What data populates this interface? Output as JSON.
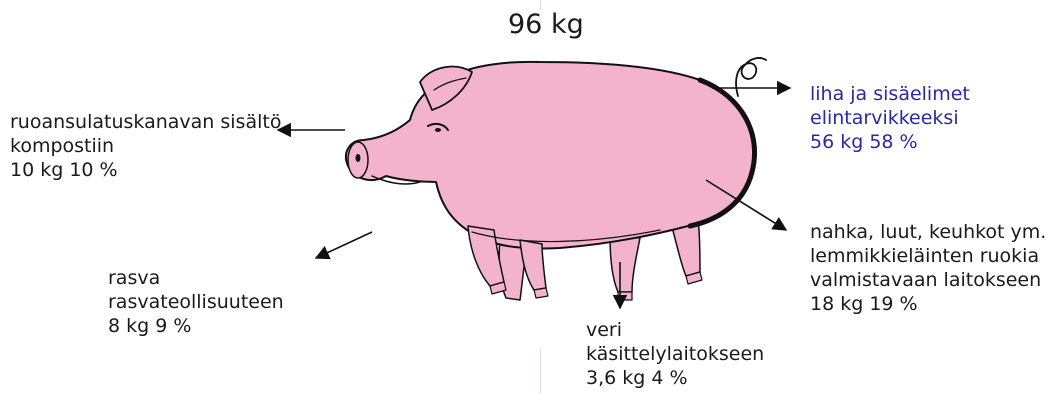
{
  "total_weight": "96 kg",
  "colors": {
    "pig_body": "#f4b3cd",
    "pig_outline": "#111111",
    "meat_label": "#2a2aa0",
    "text": "#1a1a1a",
    "guide_line": "#cfe0ee"
  },
  "outputs": [
    {
      "id": "meat",
      "icon": "arrow-right-icon",
      "lines": [
        "liha ja sisäelimet",
        "elintarvikkeeksi",
        "56 kg 58 %"
      ]
    },
    {
      "id": "gut",
      "icon": "arrow-left-icon",
      "lines": [
        "ruoansulatuskanavan sisältö",
        "kompostiin",
        "10 kg 10 %"
      ]
    },
    {
      "id": "skin",
      "icon": "arrow-down-right-icon",
      "lines": [
        "nahka, luut, keuhkot ym.",
        "lemmikkieläinten ruokia",
        "valmistavaan laitokseen",
        "18 kg  19 %"
      ]
    },
    {
      "id": "fat",
      "icon": "arrow-down-left-icon",
      "lines": [
        "rasva",
        "rasvateollisuuteen",
        "8 kg  9 %"
      ]
    },
    {
      "id": "blood",
      "icon": "arrow-down-icon",
      "lines": [
        "veri",
        "käsittelylaitokseen",
        "3,6 kg  4 %"
      ]
    }
  ]
}
